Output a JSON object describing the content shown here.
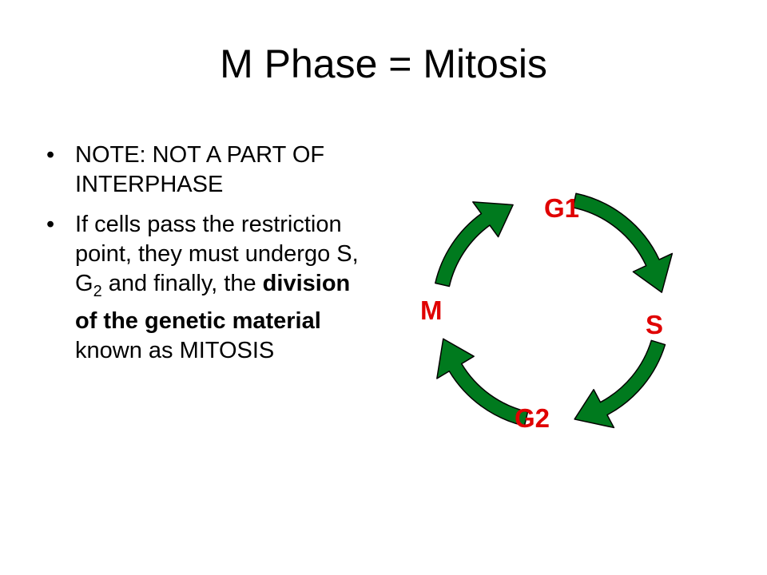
{
  "title": "M Phase = Mitosis",
  "bullets": {
    "b1": "NOTE: NOT A PART OF INTERPHASE",
    "b2": {
      "p1": "If cells pass the restriction point, they must undergo S, G",
      "sub": "2",
      "p2": " and finally, the ",
      "bold": "division of the genetic material",
      "p3": " known as MITOSIS"
    }
  },
  "diagram": {
    "labels": {
      "g1": "G1",
      "s": "S",
      "g2": "G2",
      "m": "M"
    },
    "colors": {
      "arrow_fill": "#007A1E",
      "arrow_stroke": "#000000",
      "label": "#E00000"
    }
  }
}
